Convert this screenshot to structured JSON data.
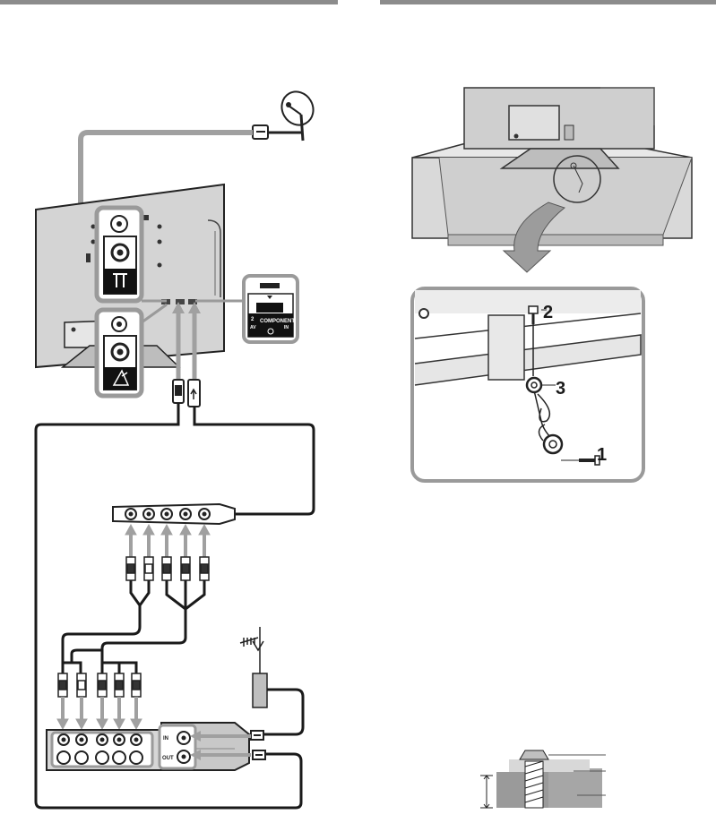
{
  "connection_panel": {
    "jack_labels": [
      "IN",
      "OUT"
    ],
    "component_label": "COMPONENT",
    "component_input_label": "IN",
    "panel_number": "2",
    "av_label": "AV"
  },
  "securing_panel": {
    "callouts": [
      "1",
      "2",
      "3"
    ]
  },
  "colors": {
    "cable_gray": "#a0a0a0",
    "tv_panel": "#d2d2d2",
    "header_rule": "#8c8c8c",
    "callout_border": "#9a9a9a"
  }
}
